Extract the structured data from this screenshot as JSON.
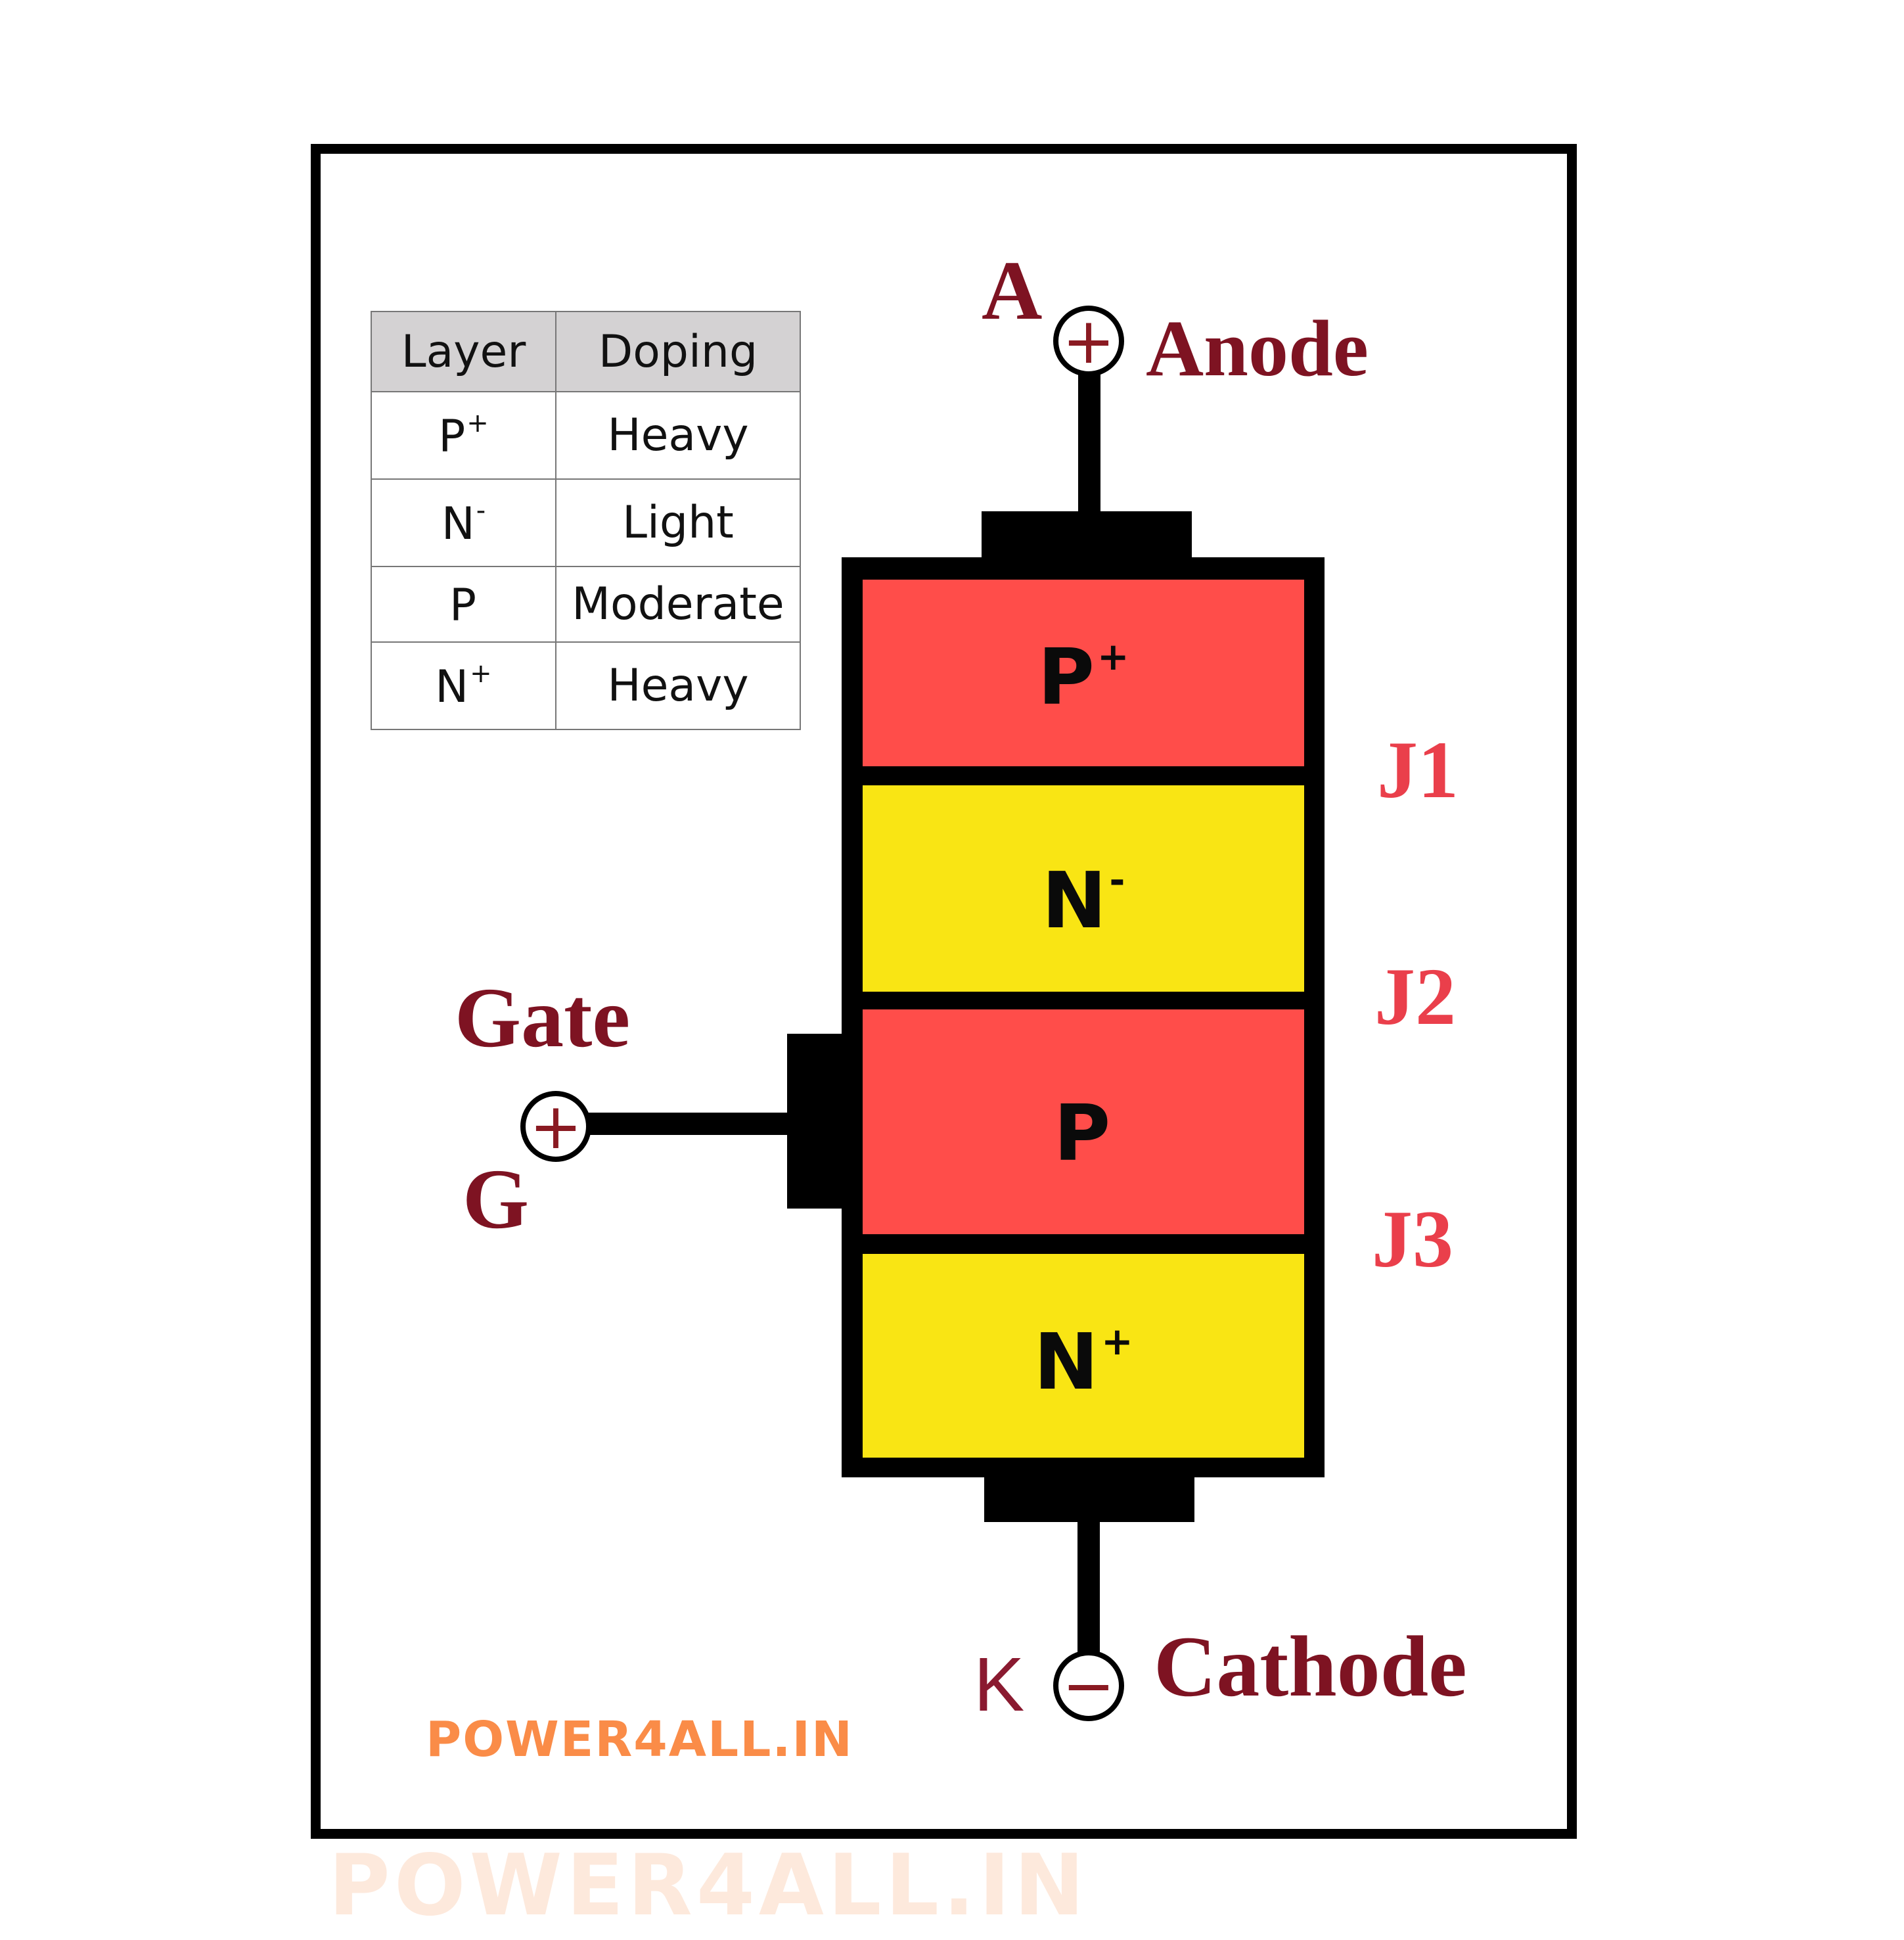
{
  "watermark": {
    "center_text": "POWER4ALL.IN",
    "footer_text": "POWER4ALL.IN"
  },
  "doping_table": {
    "headers": [
      "Layer",
      "Doping"
    ],
    "rows": [
      {
        "layer": "P",
        "sup": "+",
        "doping": "Heavy"
      },
      {
        "layer": "N",
        "sup": "-",
        "doping": "Light"
      },
      {
        "layer": "P",
        "sup": "",
        "doping": "Moderate"
      },
      {
        "layer": "N",
        "sup": "+",
        "doping": "Heavy"
      }
    ]
  },
  "device": {
    "layers": [
      {
        "name": "P",
        "sup": "+",
        "color": "#ff4d4a"
      },
      {
        "name": "N",
        "sup": "-",
        "color": "#f9e514"
      },
      {
        "name": "P",
        "sup": "",
        "color": "#ff4d4a"
      },
      {
        "name": "N",
        "sup": "+",
        "color": "#f9e514"
      }
    ],
    "junctions": [
      "J1",
      "J2",
      "J3"
    ],
    "anode": {
      "symbol": "A",
      "label": "Anode",
      "polarity": "+"
    },
    "gate": {
      "symbol": "G",
      "label": "Gate",
      "polarity": "+"
    },
    "cathode": {
      "symbol": "K",
      "label": "Cathode",
      "polarity": "−"
    }
  },
  "colors": {
    "p_layer": "#ff4d4a",
    "n_layer": "#f9e514",
    "terminal_label": "#7e1322",
    "junction_label": "#ea3f4b",
    "brand": "#fa8c48"
  }
}
